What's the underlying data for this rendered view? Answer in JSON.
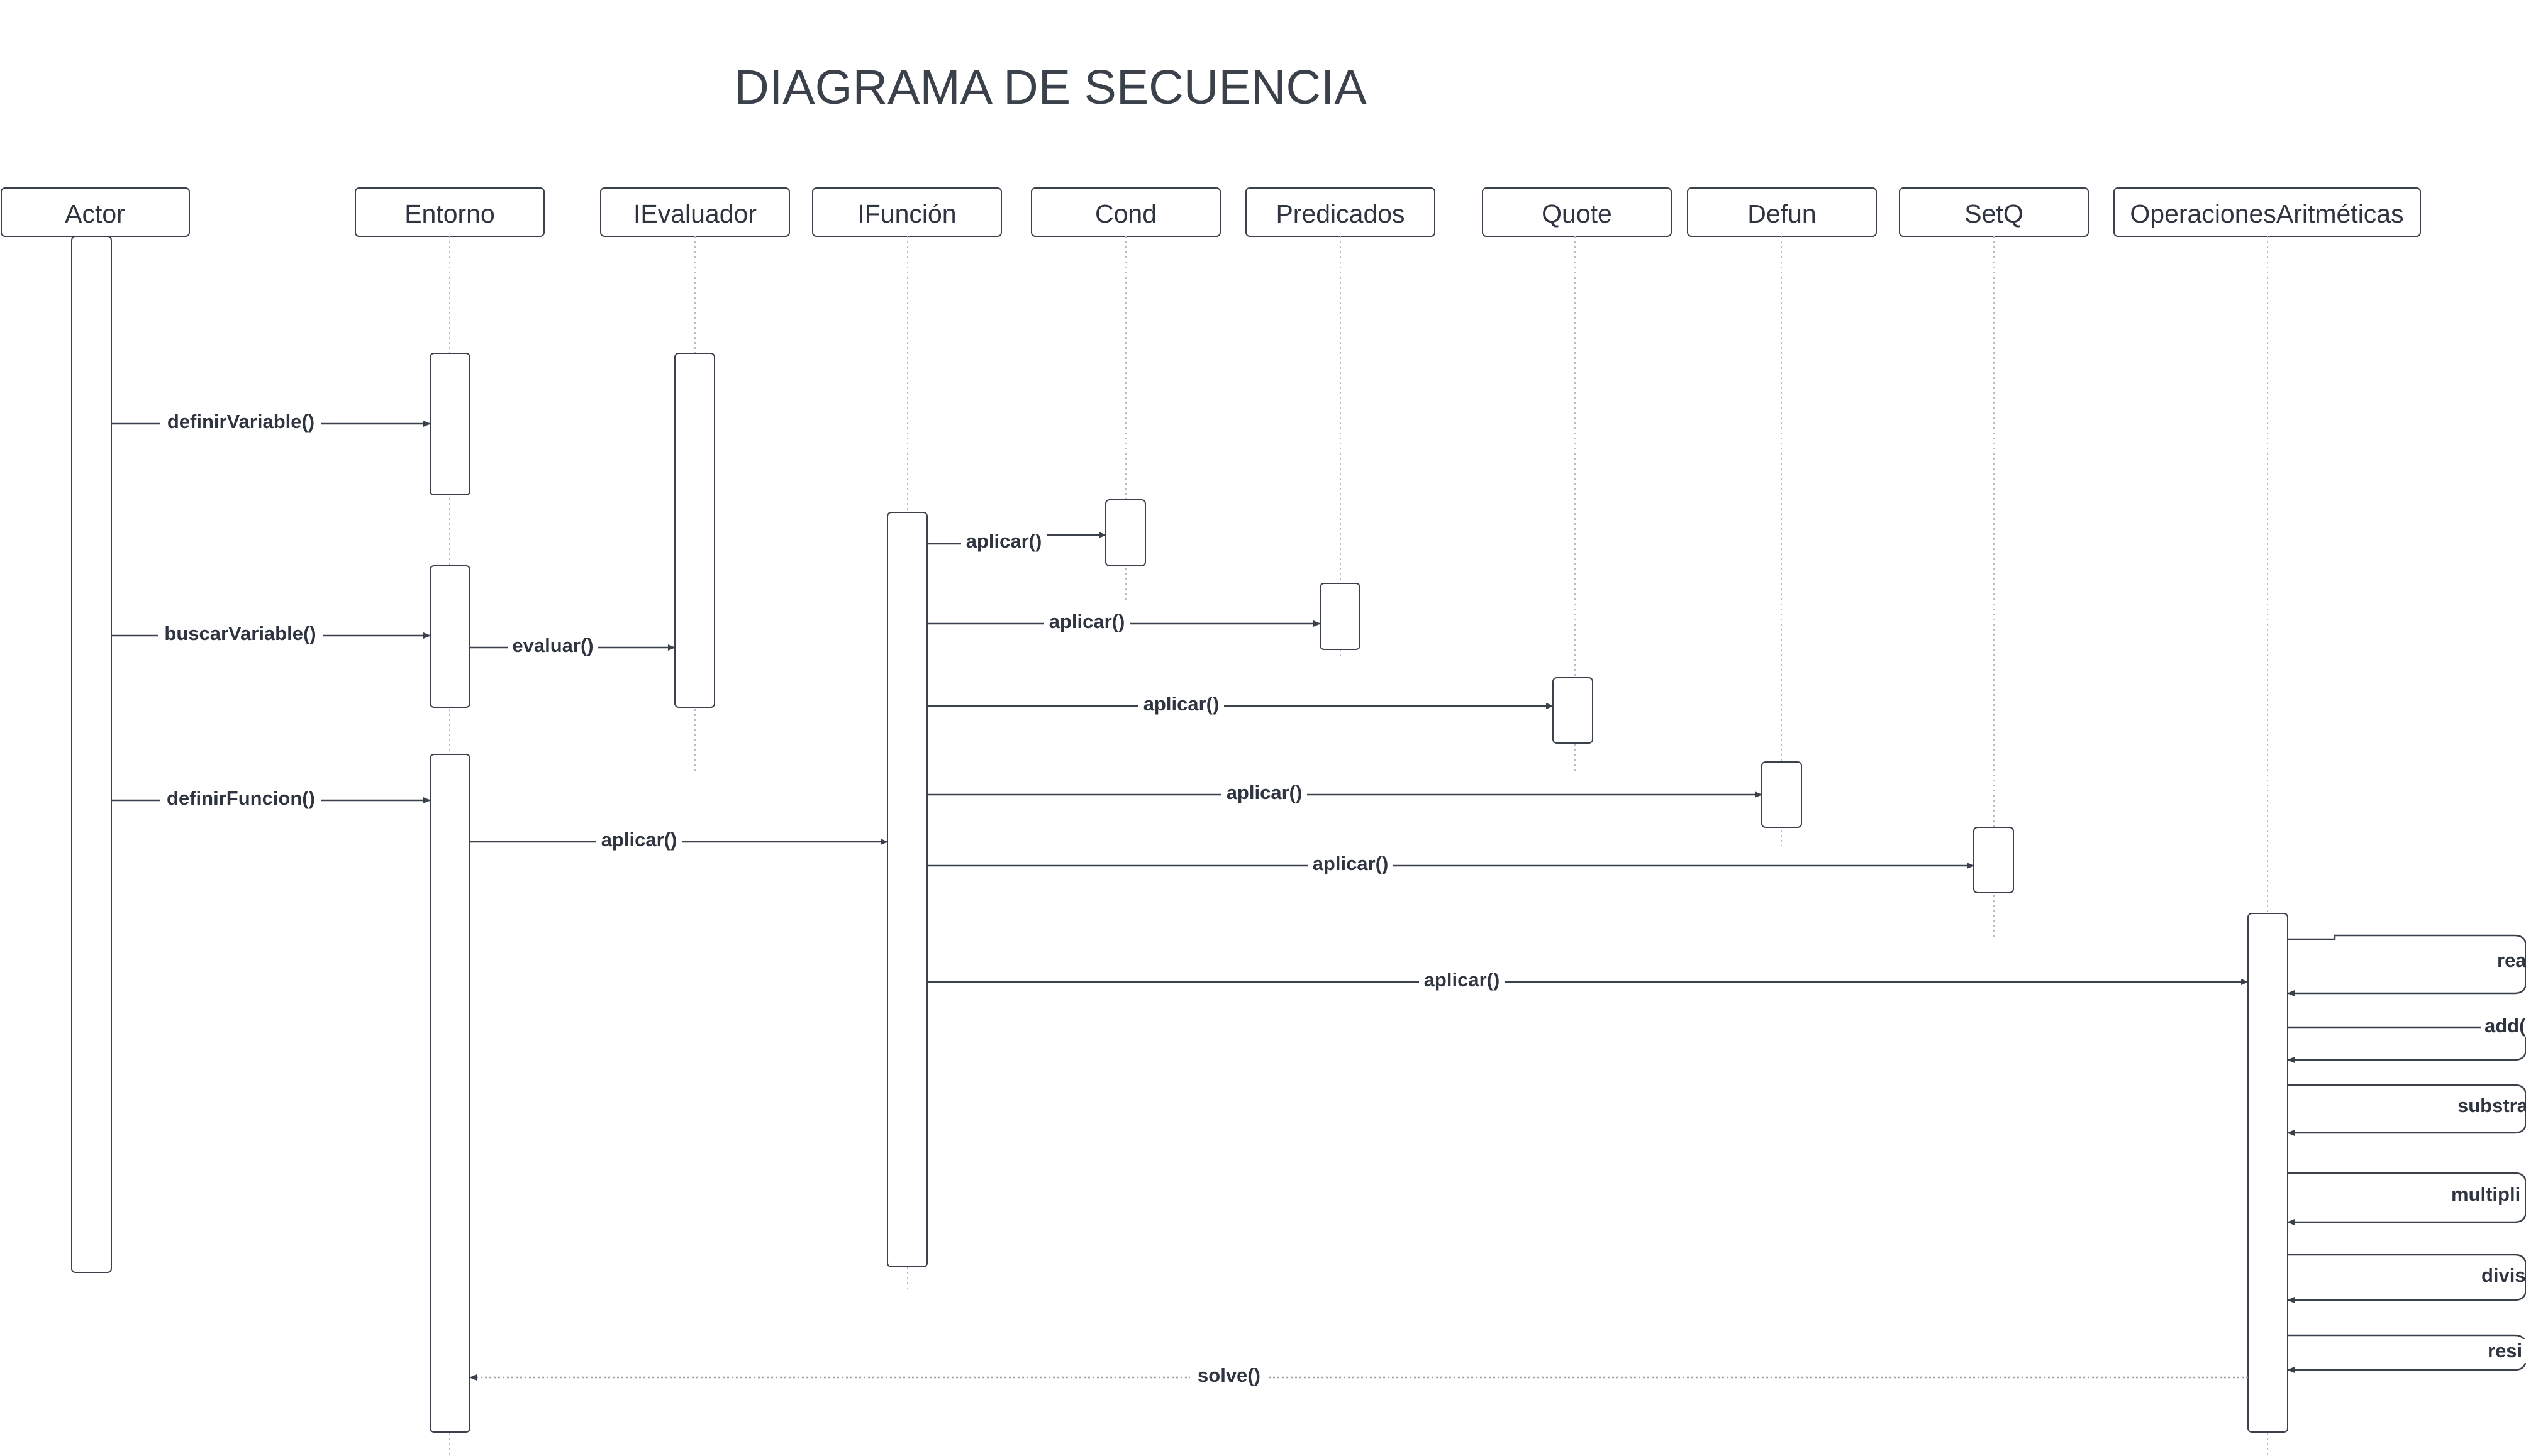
{
  "title": "DIAGRAMA DE SECUENCIA",
  "colors": {
    "stroke": "#3a414a",
    "text": "#2f3540",
    "lifeline": "#b7bcc3",
    "background": "#ffffff"
  },
  "participants": [
    {
      "id": "actor",
      "label": "Actor"
    },
    {
      "id": "entorno",
      "label": "Entorno"
    },
    {
      "id": "ievaluador",
      "label": "IEvaluador"
    },
    {
      "id": "ifuncion",
      "label": "IFunción"
    },
    {
      "id": "cond",
      "label": "Cond"
    },
    {
      "id": "predicados",
      "label": "Predicados"
    },
    {
      "id": "quote",
      "label": "Quote"
    },
    {
      "id": "defun",
      "label": "Defun"
    },
    {
      "id": "setq",
      "label": "SetQ"
    },
    {
      "id": "operaciones",
      "label": "OperacionesAritméticas"
    }
  ],
  "messages": [
    {
      "from": "actor",
      "to": "entorno",
      "label": "definirVariable()"
    },
    {
      "from": "actor",
      "to": "entorno",
      "label": "buscarVariable()"
    },
    {
      "from": "entorno",
      "to": "ievaluador",
      "label": "evaluar()"
    },
    {
      "from": "actor",
      "to": "entorno",
      "label": "definirFuncion()"
    },
    {
      "from": "entorno",
      "to": "ifuncion",
      "label": "aplicar()"
    },
    {
      "from": "ifuncion",
      "to": "cond",
      "label": "aplicar()"
    },
    {
      "from": "ifuncion",
      "to": "predicados",
      "label": "aplicar()"
    },
    {
      "from": "ifuncion",
      "to": "quote",
      "label": "aplicar()"
    },
    {
      "from": "ifuncion",
      "to": "defun",
      "label": "aplicar()"
    },
    {
      "from": "ifuncion",
      "to": "setq",
      "label": "aplicar()"
    },
    {
      "from": "ifuncion",
      "to": "operaciones",
      "label": "aplicar()"
    },
    {
      "from": "operaciones",
      "to": "entorno",
      "label": "solve()",
      "kind": "return"
    }
  ],
  "self_messages": [
    {
      "participant": "operaciones",
      "label": "rea"
    },
    {
      "participant": "operaciones",
      "label": "add("
    },
    {
      "participant": "operaciones",
      "label": "substra"
    },
    {
      "participant": "operaciones",
      "label": "multipli"
    },
    {
      "participant": "operaciones",
      "label": "divis"
    },
    {
      "participant": "operaciones",
      "label": "resi"
    }
  ]
}
